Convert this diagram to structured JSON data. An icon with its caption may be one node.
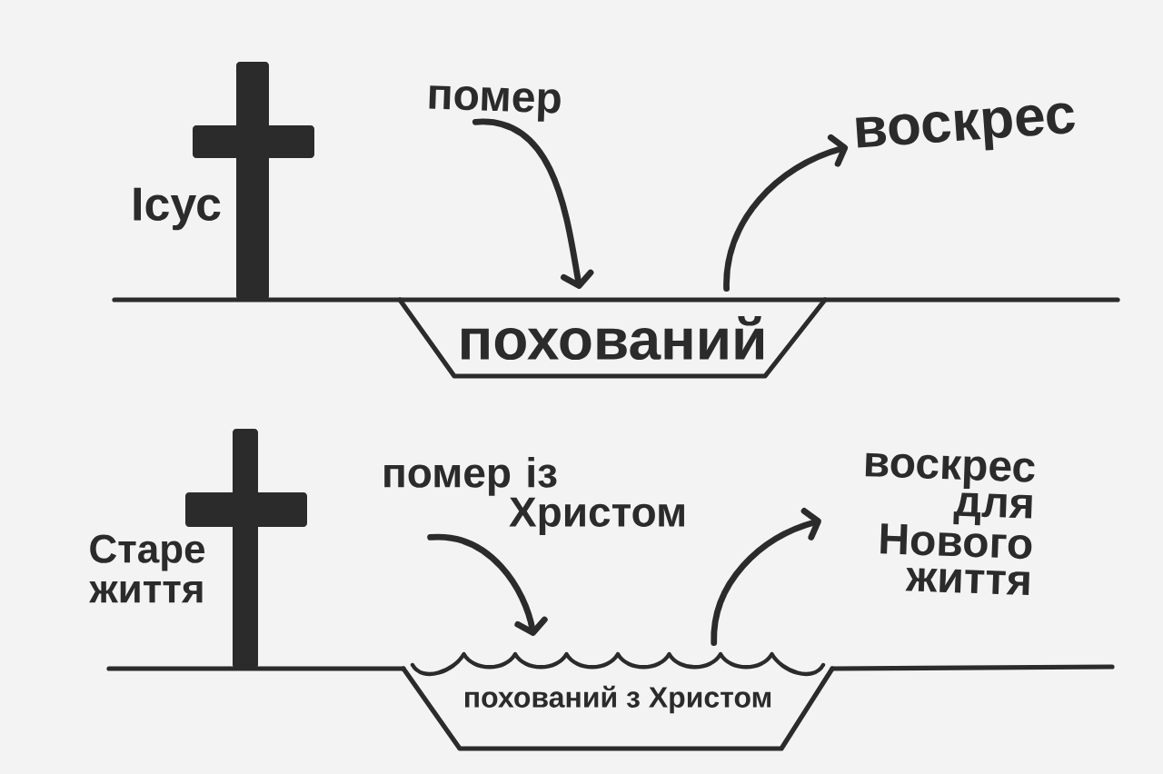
{
  "diagram": {
    "nodes": [
      {
        "text": [
          "помер"
        ]
      },
      {
        "text": [
          "похований"
        ]
      },
      {
        "text": [
          "воскрес"
        ]
      },
      {
        "text": [
          "помер із Христом"
        ]
      },
      {
        "text": [
          "похований з Христом"
        ]
      },
      {
        "text": [
          "воскрес для Нового життя"
        ]
      }
    ],
    "edges": [
      {
        "from": 0,
        "to": 1,
        "arrow": "to"
      },
      {
        "from": 1,
        "to": 2,
        "arrow": "to"
      },
      {
        "from": 3,
        "to": 4,
        "arrow": "to"
      },
      {
        "from": 4,
        "to": 5,
        "arrow": "to"
      }
    ],
    "labels": [
      "Ісус",
      "Старе життя"
    ]
  }
}
